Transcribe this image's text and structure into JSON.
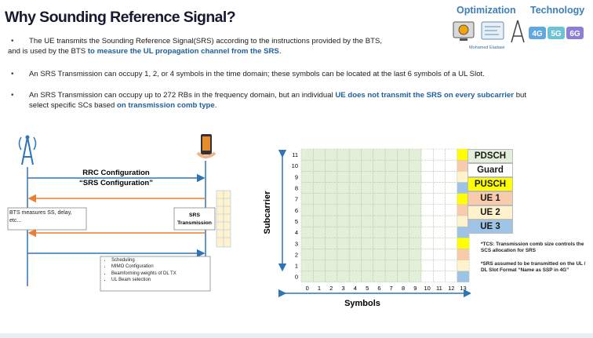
{
  "header": {
    "title": "Why Sounding Reference Signal?",
    "brand_left": "Optimization",
    "brand_right": "Technology",
    "tech_badges": [
      "4G",
      "5G",
      "6G"
    ],
    "author": "Mohamed Eladawi"
  },
  "bullets": [
    {
      "line1_plain": "The UE transmits the Sounding Reference Signal(SRS) according to the instructions provided by the BTS,",
      "line2_plain": "and is used by the BTS ",
      "line2_highlight": "to measure the UL propagation channel from the SRS",
      "line2_end": "."
    },
    {
      "text": "An SRS Transmission can occupy 1, 2, or 4 symbols in the time domain; these symbols can be located at the last 6 symbols of a UL Slot."
    },
    {
      "line1_plain": "An SRS Transmission can occupy up to 272 RBs in the frequency domain, but an individual ",
      "line1_highlight": "UE does not transmit the SRS on every subcarrier",
      "line1_end": " but",
      "line2_plain": "select specific SCs based ",
      "line2_highlight": "on transmission comb type",
      "line2_end": "."
    }
  ],
  "sequence": {
    "rrc_line1": "RRC Configuration",
    "rrc_line2": "“SRS Configuration”",
    "bts_box": "BTS measures SS, delay, etc...",
    "srs_box_line1": "SRS",
    "srs_box_line2": "Transmission",
    "bottom_box": [
      "Scheduling",
      "MIMO Configuration",
      "Beamforming weights of DL TX",
      "UL Beam selection"
    ]
  },
  "grid": {
    "x_label": "Symbols",
    "y_label": "Subcarrier",
    "x_ticks": [
      "0",
      "1",
      "2",
      "3",
      "4",
      "5",
      "6",
      "7",
      "8",
      "9",
      "10",
      "11",
      "12",
      "13"
    ],
    "y_ticks": [
      "0",
      "1",
      "2",
      "3",
      "4",
      "5",
      "6",
      "7",
      "8",
      "9",
      "10",
      "11"
    ],
    "legend": [
      {
        "label": "PDSCH",
        "color": "#e2efd9"
      },
      {
        "label": "Guard",
        "color": "#ffffff"
      },
      {
        "label": "PUSCH",
        "color": "#ffff00"
      },
      {
        "label": "UE 1",
        "color": "#f8cbad"
      },
      {
        "label": "UE 2",
        "color": "#fff2cc"
      },
      {
        "label": "UE 3",
        "color": "#9dc3e6"
      }
    ],
    "note1": "*TCS: Transmission comb size controls the SCS allocation for SRS",
    "note2": "*SRS assumed to be transmitted on the UL / DL Slot Format “Name as SSP in 4G”"
  }
}
